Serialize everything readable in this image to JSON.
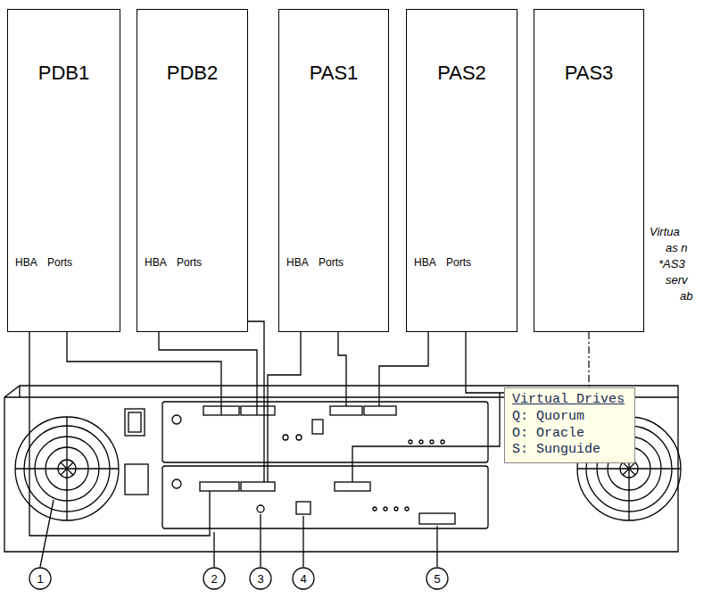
{
  "diagram": {
    "nodes": [
      {
        "text": [
          "PDB1",
          "HBA",
          "Ports"
        ]
      },
      {
        "text": [
          "PDB2",
          "HBA",
          "Ports"
        ]
      },
      {
        "text": [
          "PAS1",
          "HBA",
          "Ports"
        ]
      },
      {
        "text": [
          "PAS2",
          "HBA",
          "Ports"
        ]
      },
      {
        "text": [
          "PAS3"
        ]
      },
      {
        "text": [
          "Virtual Drives",
          "Q: Quorum",
          "O: Oracle",
          "S: Sunguide"
        ]
      }
    ],
    "edges": [
      {
        "from": 4,
        "to": 5,
        "arrow": "none"
      }
    ],
    "labels": [
      "Virtua",
      "as n",
      "*AS3",
      "serv",
      "ab",
      "1",
      "2",
      "3",
      "4",
      "5"
    ]
  }
}
